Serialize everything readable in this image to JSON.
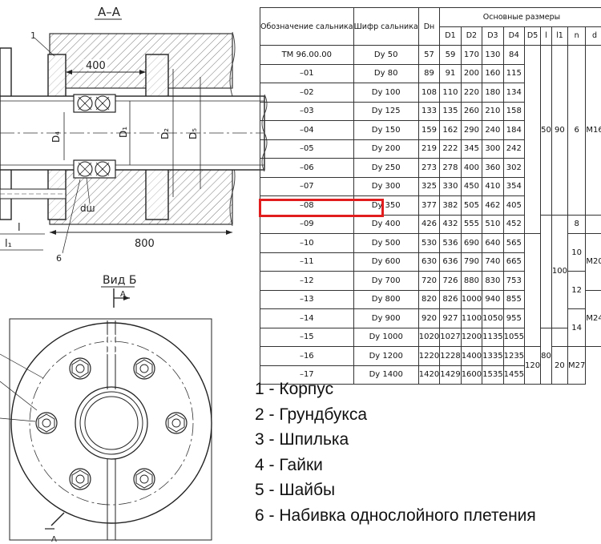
{
  "section": {
    "title": "A–A",
    "dim_400": "400",
    "dim_800": "800",
    "dim_l": "l",
    "dim_l1": "l₁",
    "D4": "D₄",
    "D1": "D₁",
    "D2": "D₂",
    "D5": "D₅",
    "dw": "dш",
    "callout_1": "1",
    "callout_6": "6"
  },
  "view": {
    "title": "Вид Б",
    "marker_top": "A",
    "marker_bottom": "A"
  },
  "table": {
    "head1": [
      "Обозначение сальника",
      "Шифр сальника",
      "Dн",
      "Основные размеры"
    ],
    "head2": [
      "D1",
      "D2",
      "D3",
      "D4",
      "D5",
      "l",
      "l1",
      "n",
      "d"
    ],
    "rows": [
      [
        "ТМ 96.00.00",
        "Dy 50",
        "57",
        "59",
        "170",
        "130",
        "84"
      ],
      [
        "–01",
        "Dy 80",
        "89",
        "91",
        "200",
        "160",
        "115"
      ],
      [
        "–02",
        "Dy 100",
        "108",
        "110",
        "220",
        "180",
        "134"
      ],
      [
        "–03",
        "Dy 125",
        "133",
        "135",
        "260",
        "210",
        "158"
      ],
      [
        "–04",
        "Dy 150",
        "159",
        "162",
        "290",
        "240",
        "184"
      ],
      [
        "–05",
        "Dy 200",
        "219",
        "222",
        "345",
        "300",
        "242"
      ],
      [
        "–06",
        "Dy 250",
        "273",
        "278",
        "400",
        "360",
        "302"
      ],
      [
        "–07",
        "Dy 300",
        "325",
        "330",
        "450",
        "410",
        "354"
      ],
      [
        "–08",
        "Dy 350",
        "377",
        "382",
        "505",
        "462",
        "405"
      ],
      [
        "–09",
        "Dy 400",
        "426",
        "432",
        "555",
        "510",
        "452"
      ],
      [
        "–10",
        "Dy 500",
        "530",
        "536",
        "690",
        "640",
        "565"
      ],
      [
        "–11",
        "Dy 600",
        "630",
        "636",
        "790",
        "740",
        "665"
      ],
      [
        "–12",
        "Dy 700",
        "720",
        "726",
        "880",
        "830",
        "753"
      ],
      [
        "–13",
        "Dy 800",
        "820",
        "826",
        "1000",
        "940",
        "855"
      ],
      [
        "–14",
        "Dy 900",
        "920",
        "927",
        "1100",
        "1050",
        "955"
      ],
      [
        "–15",
        "Dy 1000",
        "1020",
        "1027",
        "1200",
        "1135",
        "1055"
      ],
      [
        "–16",
        "Dy 1200",
        "1220",
        "1228",
        "1400",
        "1335",
        "1235"
      ],
      [
        "–17",
        "Dy 1400",
        "1420",
        "1429",
        "1600",
        "1535",
        "1455"
      ]
    ],
    "merged": {
      "l_50": "50",
      "l_80": "80",
      "l1_90": "90",
      "l1_100": "100",
      "l1_120": "120",
      "n_6": "6",
      "n_8": "8",
      "n_10": "10",
      "n_12": "12",
      "n_14": "14",
      "n_20": "20",
      "d_m16": "M16",
      "d_m20": "M20",
      "d_m24": "M24",
      "d_m27": "M27"
    },
    "highlight_color": "#e21d1d"
  },
  "legend": [
    "1 - Корпус",
    "2 - Грундбукса",
    "3 - Шпилька",
    "4 - Гайки",
    "5 - Шайбы",
    "6 - Набивка однослойного плетения"
  ]
}
